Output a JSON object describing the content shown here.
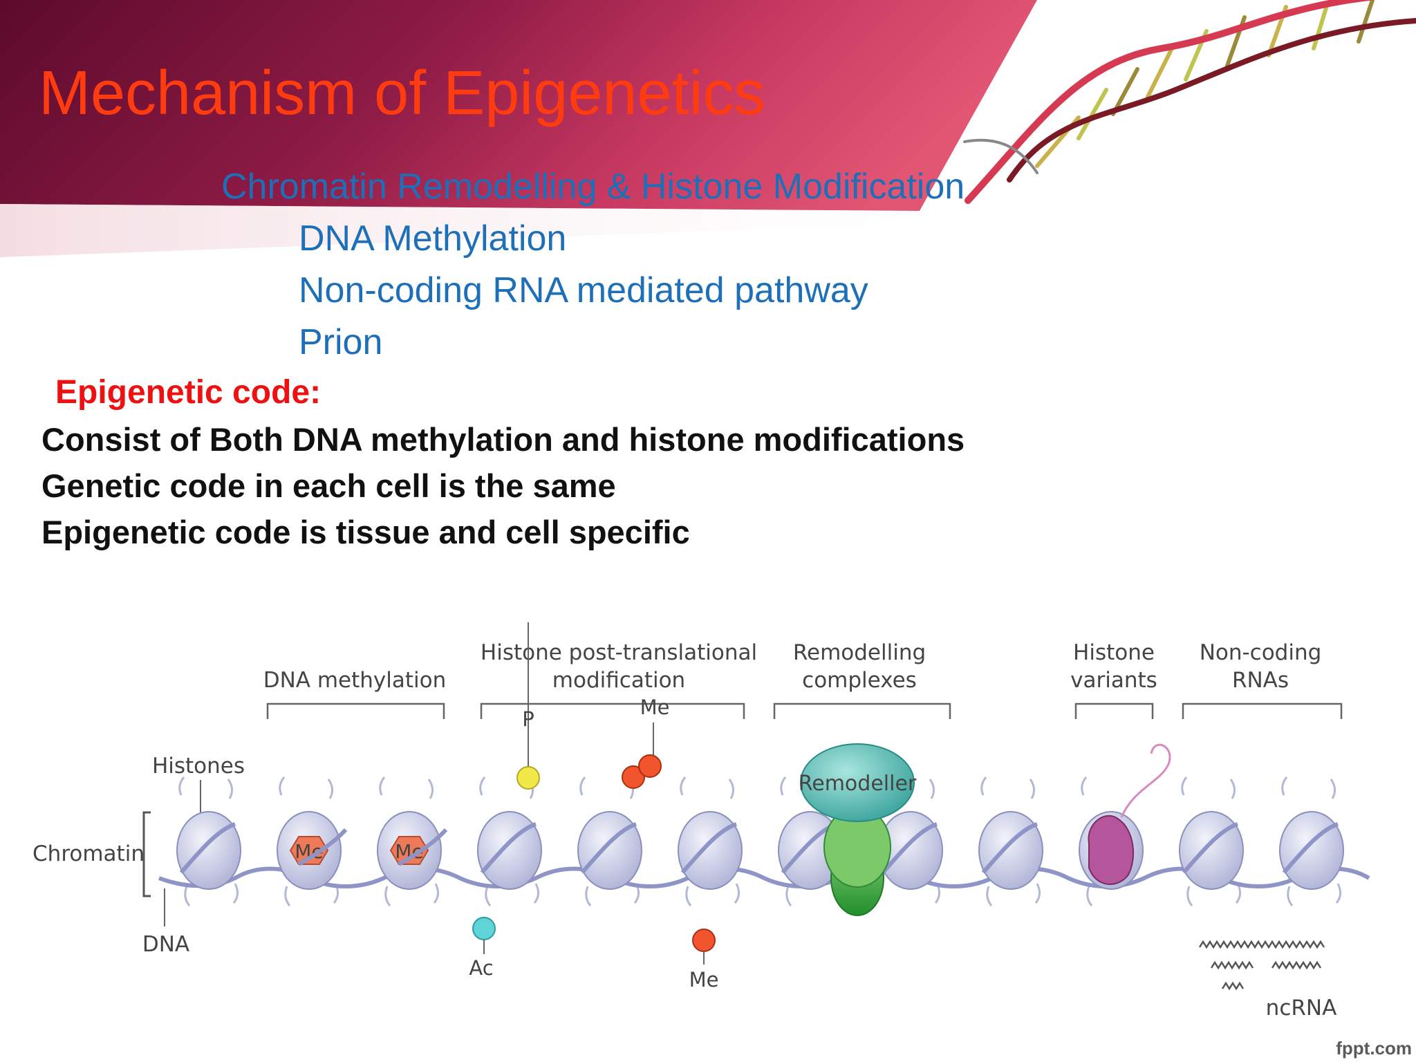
{
  "slide": {
    "title": "Mechanism of Epigenetics",
    "mechanisms": [
      "Chromatin Remodelling & Histone Modification",
      "DNA Methylation",
      "Non-coding RNA mediated pathway",
      "Prion"
    ],
    "epigenetic_code": {
      "heading": "Epigenetic code:",
      "points": [
        "Consist of Both DNA methylation and histone modifications",
        "Genetic code in each cell is the same",
        "Epigenetic code is tissue and cell specific"
      ]
    },
    "footer": "fppt.com"
  },
  "diagram": {
    "groups": {
      "dna_methylation": "DNA methylation",
      "histone_ptm_line1": "Histone post-translational",
      "histone_ptm_line2": "modification",
      "remodelling_line1": "Remodelling",
      "remodelling_line2": "complexes",
      "variants_line1": "Histone",
      "variants_line2": "variants",
      "ncrna_line1": "Non-coding",
      "ncrna_line2": "RNAs"
    },
    "labels": {
      "histones": "Histones",
      "chromatin": "Chromatin",
      "dna": "DNA",
      "me": "Me",
      "p": "P",
      "ac": "Ac",
      "remodeller": "Remodeller",
      "ncrna": "ncRNA"
    }
  },
  "colors": {
    "title": "#ff3b10",
    "mechanism_text": "#1d6fb8",
    "code_heading": "#ee1111",
    "header_dark": "#5c0a2c",
    "header_mid": "#b22a55",
    "nucleosome": "#d6d9ee",
    "methyl_mark": "#ef7a5a",
    "remodeller_top": "#6fc7c1",
    "remodeller_body": "#3dae4c",
    "variant": "#b5559c"
  }
}
